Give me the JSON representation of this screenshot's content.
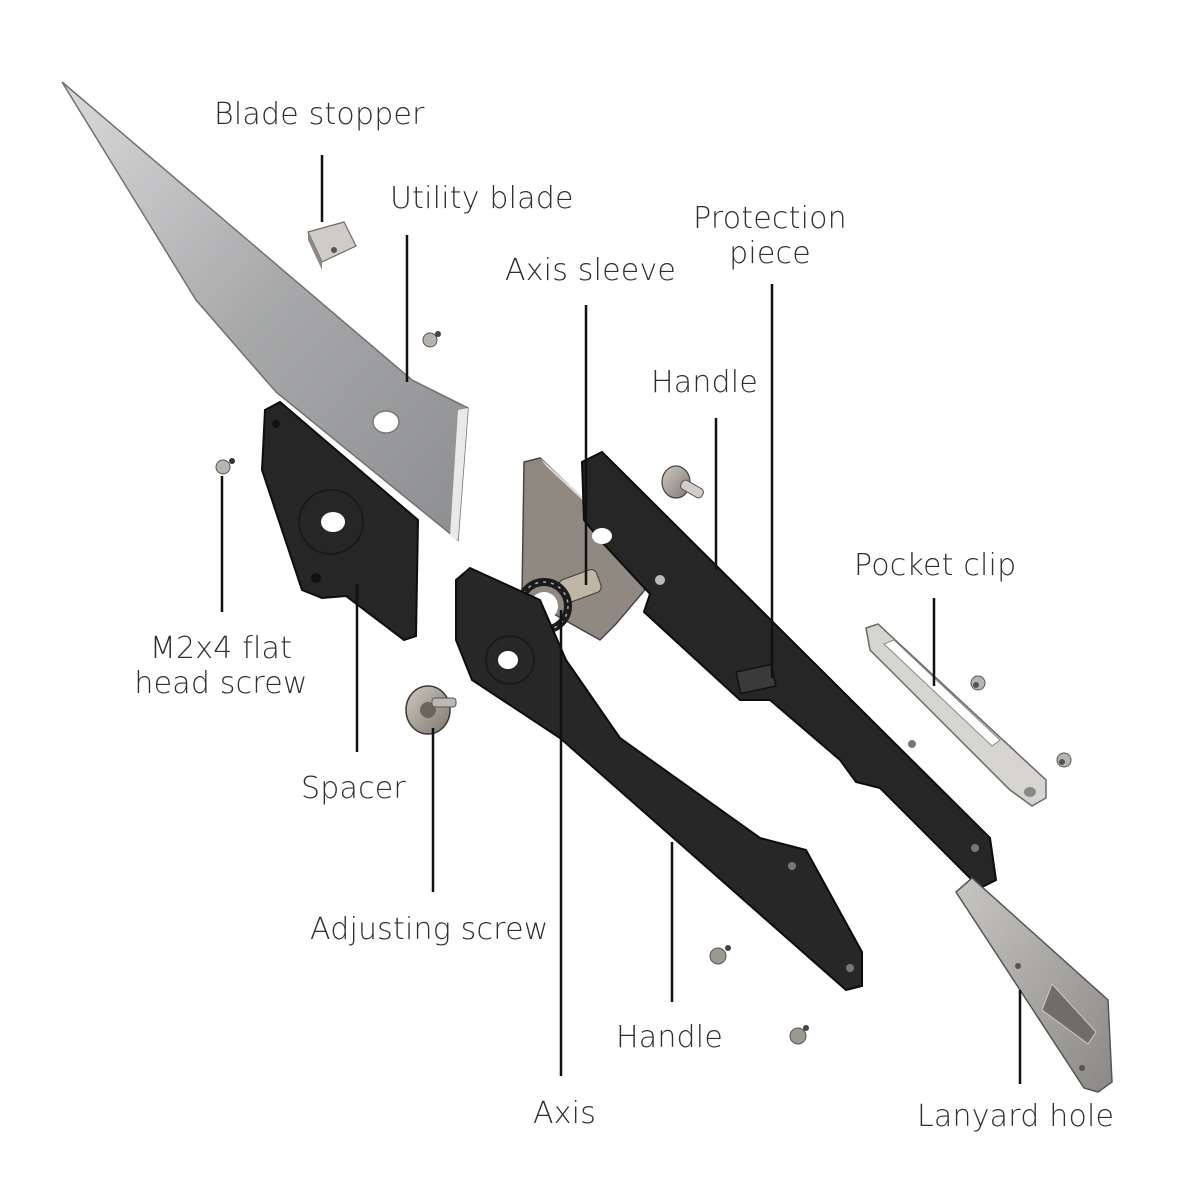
{
  "diagram": {
    "type": "exploded-view",
    "subject": "folding utility knife",
    "colors": {
      "background": "#ffffff",
      "label_text": "#2e2e2e",
      "leader_line": "#111111",
      "handle_black": "#262626",
      "blade_steel": "#a9aaab",
      "metal_part": "#9a948c"
    },
    "labels": {
      "blade_stopper": "Blade stopper",
      "utility_blade": "Utility blade",
      "protection_piece_line1": "Protection",
      "protection_piece_line2": "piece",
      "axis_sleeve": "Axis sleeve",
      "handle_upper": "Handle",
      "pocket_clip": "Pocket clip",
      "m2x4_line1": "M2x4 flat",
      "m2x4_line2": "head screw",
      "spacer": "Spacer",
      "adjusting_screw": "Adjusting screw",
      "handle_lower": "Handle",
      "axis": "Axis",
      "lanyard_hole": "Lanyard hole"
    }
  }
}
